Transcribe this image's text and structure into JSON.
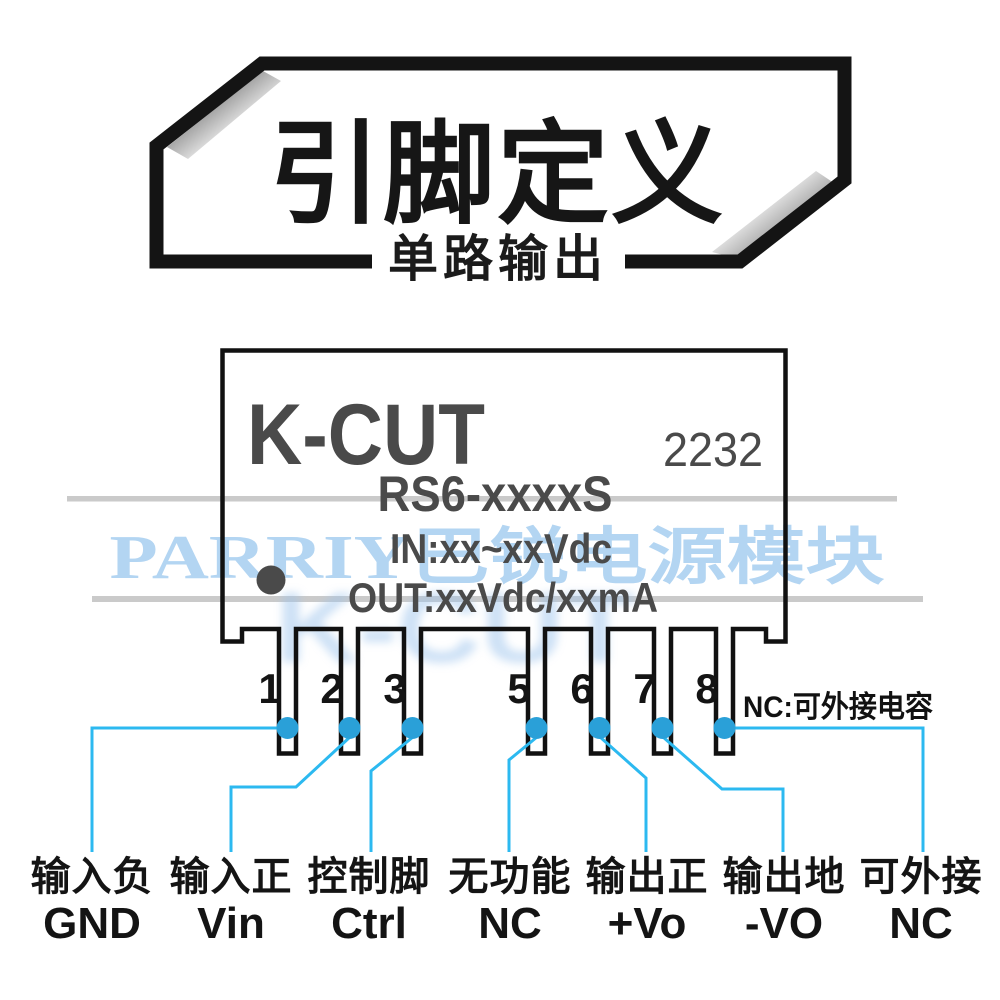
{
  "banner": {
    "title": "引脚定义",
    "subtitle": "单路输出"
  },
  "module": {
    "brand": "K-CUT",
    "date_code": "2232",
    "model": "RS6-xxxxS",
    "input_spec": "IN:xx~xxVdc",
    "output_spec": "OUT:xxVdc/xxmA"
  },
  "watermark": {
    "text": "PARRIY巴锐电源模块",
    "ghost_text": "K-CUT"
  },
  "note": "NC:可外接电容",
  "pins": [
    {
      "number": "1",
      "cn": "输入负",
      "en": "GND"
    },
    {
      "number": "2",
      "cn": "输入正",
      "en": "Vin"
    },
    {
      "number": "3",
      "cn": "控制脚",
      "en": "Ctrl"
    },
    {
      "number": "5",
      "cn": "无功能",
      "en": "NC"
    },
    {
      "number": "6",
      "cn": "输出正",
      "en": "+Vo"
    },
    {
      "number": "7",
      "cn": "输出地",
      "en": "-VO"
    },
    {
      "number": "8",
      "cn": "可外接",
      "en": "NC"
    }
  ],
  "colors": {
    "accent_line": "#2cb9f0",
    "pin_dot": "#2aa0d8",
    "module_text": "#4a4a4a",
    "watermark_blue": "#b3d5f2",
    "band_gray": "#cacaca",
    "ink": "#141414"
  }
}
